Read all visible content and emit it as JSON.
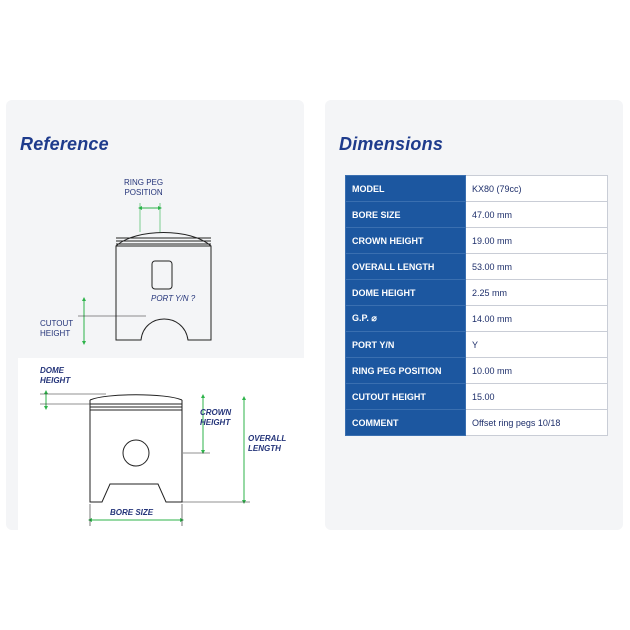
{
  "reference": {
    "title": "Reference",
    "top_diagram": {
      "ring_peg_position": "RING PEG\nPOSITION",
      "port_yn": "PORT Y/N ?",
      "cutout_height": "CUTOUT\nHEIGHT"
    },
    "bottom_diagram": {
      "dome_height": "DOME\nHEIGHT",
      "crown_height": "CROWN\nHEIGHT",
      "overall_length": "OVERALL\nLENGTH",
      "bore_size": "BORE SIZE"
    }
  },
  "dimensions": {
    "title": "Dimensions",
    "rows": [
      {
        "label": "MODEL",
        "value": "KX80 (79cc)"
      },
      {
        "label": "BORE SIZE",
        "value": "47.00 mm"
      },
      {
        "label": "CROWN HEIGHT",
        "value": "19.00 mm"
      },
      {
        "label": "OVERALL LENGTH",
        "value": "53.00 mm"
      },
      {
        "label": "DOME HEIGHT",
        "value": "2.25 mm"
      },
      {
        "label": "G.P. ⌀",
        "value": "14.00 mm"
      },
      {
        "label": "PORT Y/N",
        "value": "Y"
      },
      {
        "label": "RING PEG POSITION",
        "value": "10.00 mm"
      },
      {
        "label": "CUTOUT HEIGHT",
        "value": "15.00"
      },
      {
        "label": "COMMENT",
        "value": "Offset ring pegs 10/18"
      }
    ]
  },
  "colors": {
    "title": "#1e3b8c",
    "table_header": "#1c57a0",
    "dimension_arrow": "#2db34a",
    "outline": "#222222"
  }
}
